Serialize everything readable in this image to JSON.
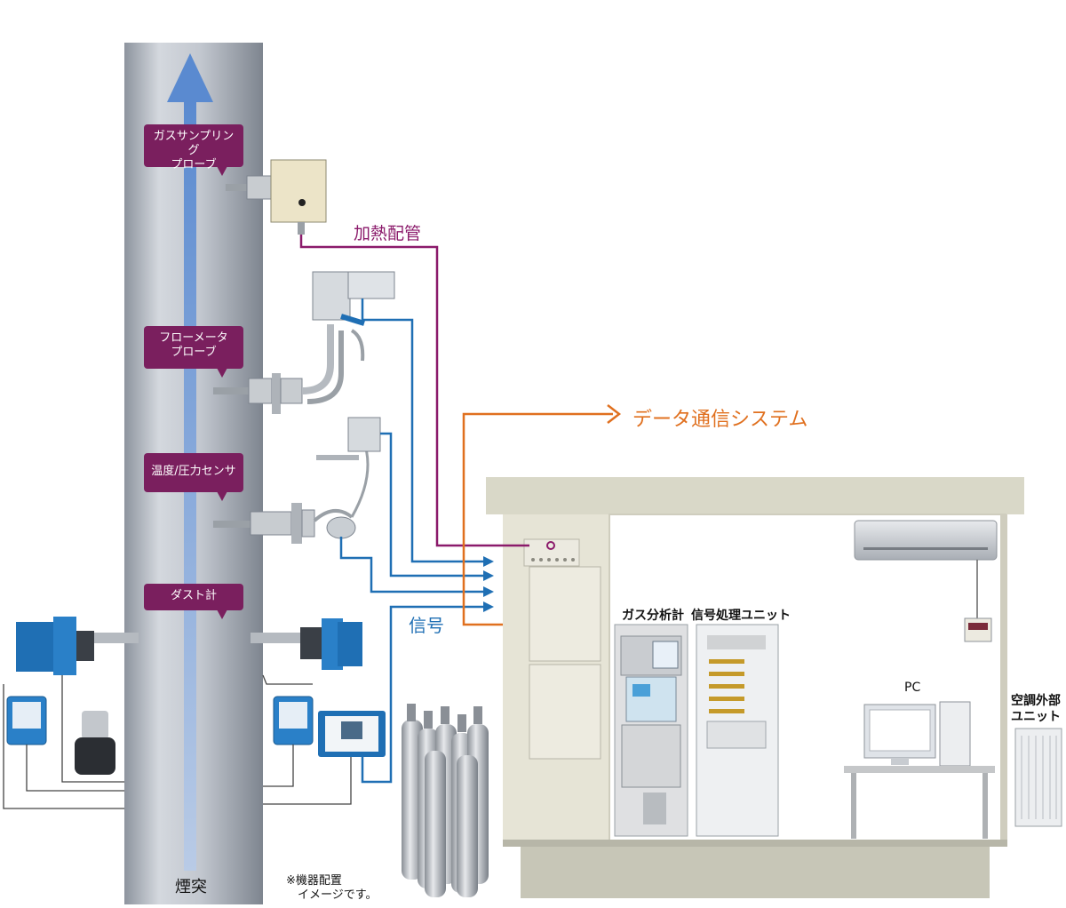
{
  "callouts": {
    "gas_probe": "ガスサンプリング\nプローブ",
    "flow_probe": "フローメータ\nプローブ",
    "temp_sensor": "温度/圧力センサ",
    "dust_meter": "ダスト計"
  },
  "labels": {
    "heated_pipe": "加熱配管",
    "data_comm": "データ通信システム",
    "signal": "信号",
    "gas_analyzer": "ガス分析計",
    "signal_unit": "信号処理ユニット",
    "pc": "PC",
    "ac_outdoor": "空調外部\nユニット",
    "chimney": "煙突",
    "note": "※機器配置\n　イメージです。"
  },
  "colors": {
    "heated_pipe": "#8b1a6b",
    "signal": "#1f6fb4",
    "data_comm": "#e0701f",
    "callout_bg": "#7a1f5e",
    "chimney": "#b8bec8",
    "arrow": "#5b86c8"
  }
}
